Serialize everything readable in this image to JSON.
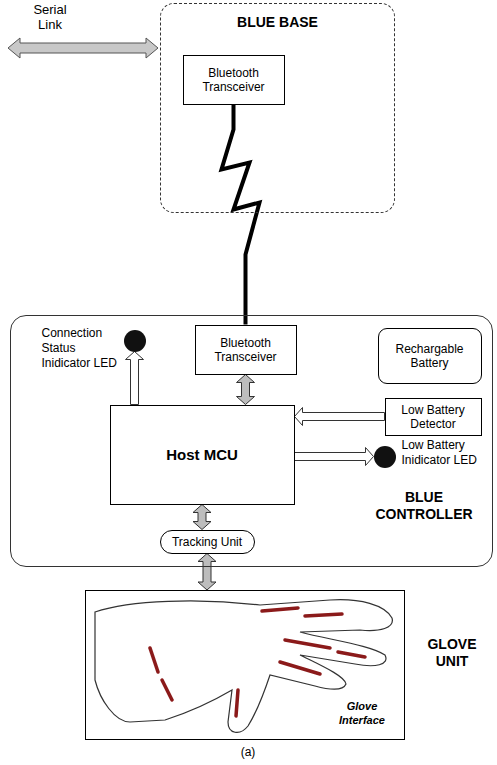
{
  "diagram": {
    "nodes": [
      {
        "text": [
          "BLUE BASE"
        ]
      },
      {
        "text": [
          "Bluetooth Transceiver"
        ],
        "in": 0
      },
      {
        "text": [
          "BLUE CONTROLLER"
        ]
      },
      {
        "text": [
          "Connection Status Inidicator LED"
        ],
        "in": 2
      },
      {
        "text": [
          "Bluetooth Transceiver"
        ],
        "in": 2
      },
      {
        "text": [
          "Rechargable Battery"
        ],
        "in": 2
      },
      {
        "text": [
          "Host MCU"
        ],
        "in": 2
      },
      {
        "text": [
          "Low Battery Detector"
        ],
        "in": 2
      },
      {
        "text": [
          "Low Battery Inidicator LED"
        ],
        "in": 2
      },
      {
        "text": [
          "Tracking Unit"
        ],
        "in": 2
      },
      {
        "text": [
          "Glove Interface",
          "GLOVE UNIT"
        ]
      }
    ],
    "edges": [
      {
        "from": 1,
        "to": 4,
        "arrow": "none"
      },
      {
        "from": 6,
        "to": 3,
        "arrow": "to"
      },
      {
        "from": 4,
        "to": 6,
        "arrow": "both"
      },
      {
        "from": 7,
        "to": 6,
        "arrow": "to"
      },
      {
        "from": 6,
        "to": 8,
        "arrow": "to"
      },
      {
        "from": 6,
        "to": 9,
        "arrow": "both"
      },
      {
        "from": 9,
        "to": 10,
        "arrow": "both"
      }
    ],
    "labels": [
      "Serial Link",
      "(a)"
    ]
  }
}
